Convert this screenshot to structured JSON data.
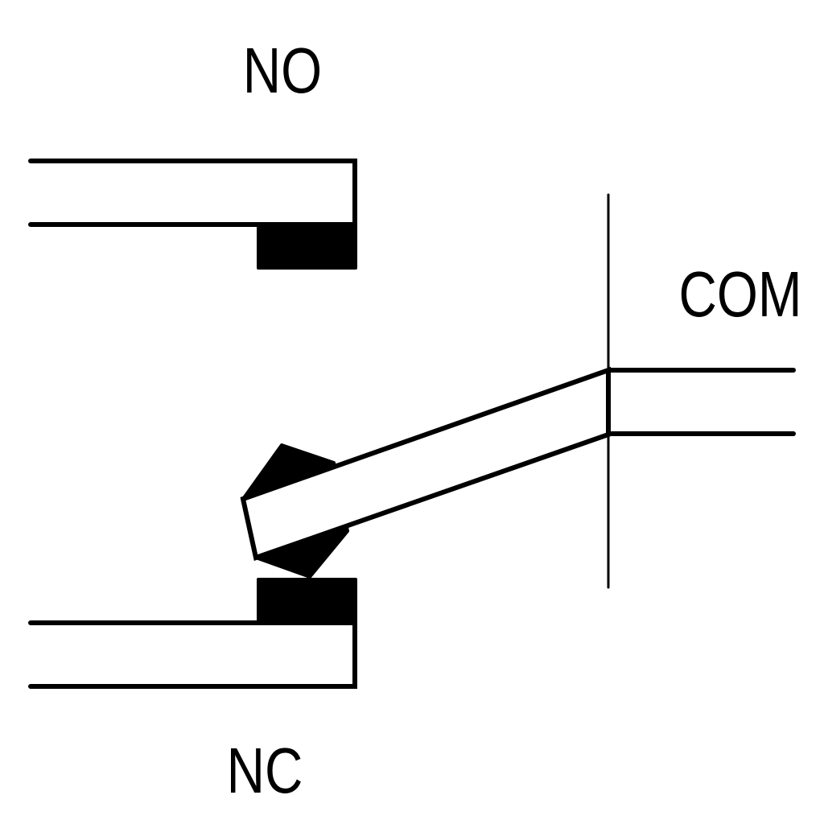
{
  "labels": {
    "no": "NO",
    "nc": "NC",
    "com": "COM"
  },
  "colors": {
    "ink": "#000000",
    "background": "#ffffff"
  }
}
